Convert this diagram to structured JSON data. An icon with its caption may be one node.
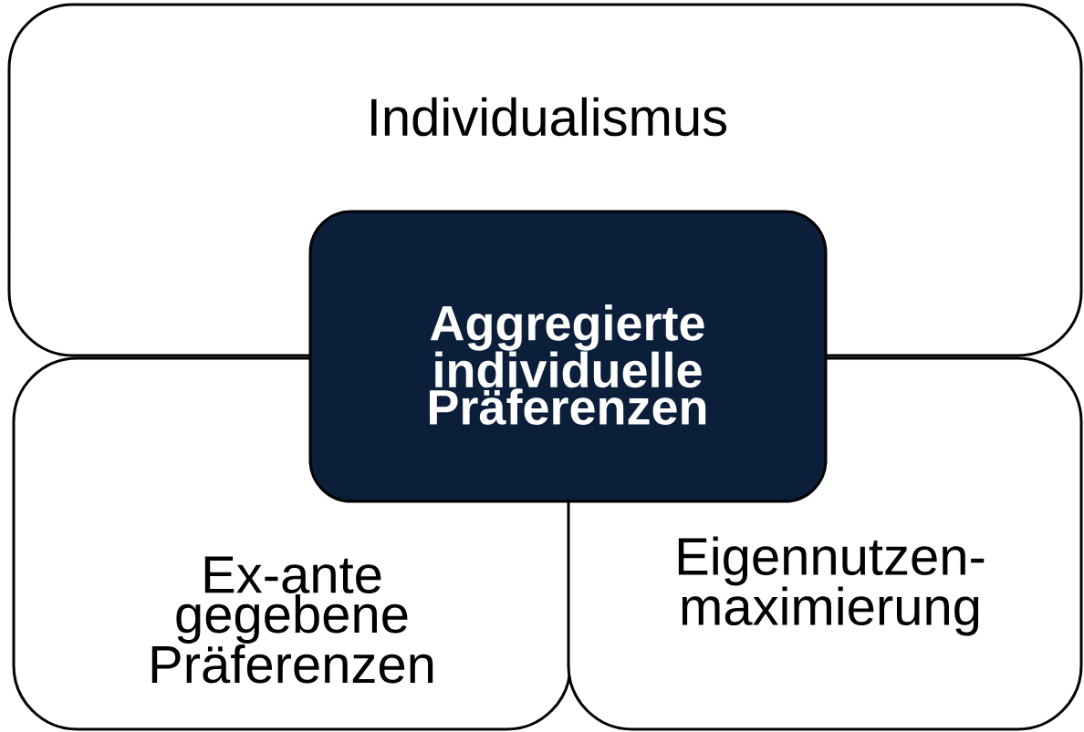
{
  "diagram": {
    "nodes": [
      {
        "text": [
          "Individualismus"
        ]
      },
      {
        "text": [
          "Aggregierte individuelle Präferenzen"
        ]
      },
      {
        "text": [
          "Ex-ante gegebene Präferenzen"
        ]
      },
      {
        "text": [
          "Eigennutzen- maximierung"
        ]
      }
    ]
  }
}
